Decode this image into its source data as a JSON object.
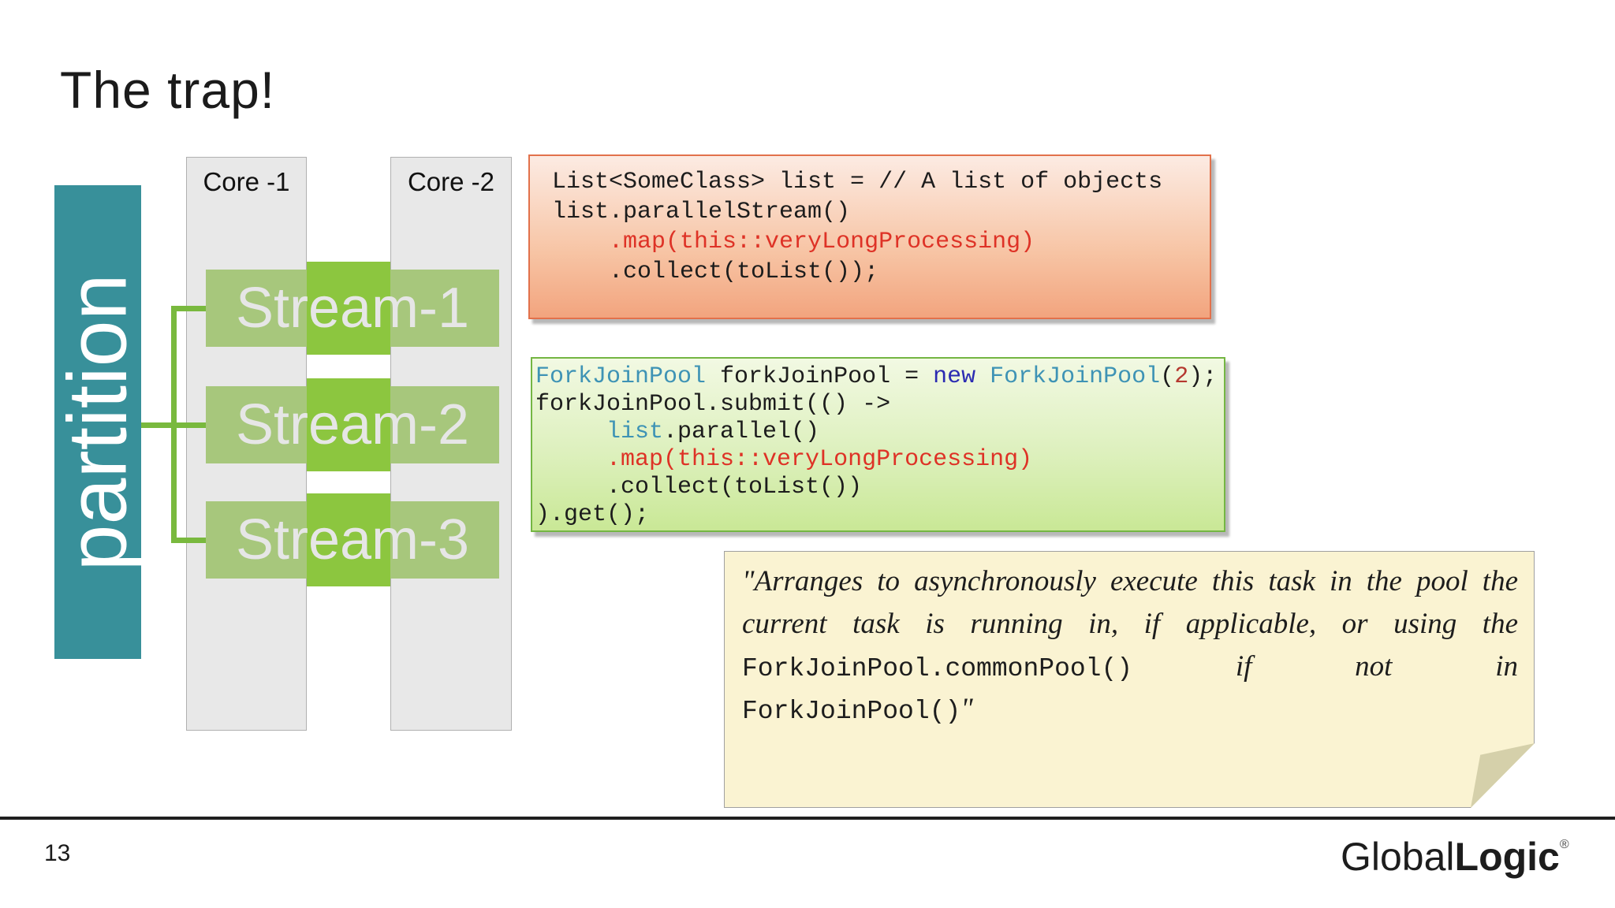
{
  "slide": {
    "title": "The trap!",
    "page_number": "13"
  },
  "diagram": {
    "partition_label": "partition",
    "cores": [
      "Core -1",
      "Core -2"
    ],
    "streams": [
      "Stream-1",
      "Stream-2",
      "Stream-3"
    ]
  },
  "code_boxes": {
    "parallel_stream": {
      "lines": [
        [
          {
            "t": "List<SomeClass> list = // A list of objects",
            "c": "plain"
          }
        ],
        [
          {
            "t": "list.parallelStream()",
            "c": "plain"
          }
        ],
        [
          {
            "t": "    ",
            "c": "plain"
          },
          {
            "t": ".map(this::veryLongProcessing)",
            "c": "red"
          }
        ],
        [
          {
            "t": "    .collect(toList());",
            "c": "plain"
          }
        ]
      ]
    },
    "fork_join": {
      "lines": [
        [
          {
            "t": "ForkJoinPool",
            "c": "type"
          },
          {
            "t": " forkJoinPool = ",
            "c": "plain"
          },
          {
            "t": "new",
            "c": "new"
          },
          {
            "t": " ",
            "c": "plain"
          },
          {
            "t": "ForkJoinPool",
            "c": "type"
          },
          {
            "t": "(",
            "c": "plain"
          },
          {
            "t": "2",
            "c": "num"
          },
          {
            "t": ");",
            "c": "plain"
          }
        ],
        [
          {
            "t": "forkJoinPool.submit(() ->",
            "c": "plain"
          }
        ],
        [
          {
            "t": "     ",
            "c": "plain"
          },
          {
            "t": "list",
            "c": "type"
          },
          {
            "t": ".parallel()",
            "c": "plain"
          }
        ],
        [
          {
            "t": "     ",
            "c": "plain"
          },
          {
            "t": ".map(this::veryLongProcessing)",
            "c": "red"
          }
        ],
        [
          {
            "t": "     .collect(toList())",
            "c": "plain"
          }
        ],
        [
          {
            "t": ").get();",
            "c": "plain"
          }
        ]
      ]
    }
  },
  "note": {
    "lines": [
      [
        {
          "t": "\"Arranges to asynchronously execute this task in the pool the",
          "c": "serif"
        }
      ],
      [
        {
          "t": "current task is running in, if applicable, or using the",
          "c": "serif"
        }
      ],
      [
        {
          "t": "ForkJoinPool.commonPool()",
          "c": "mono"
        },
        {
          "t": " if not in",
          "c": "serif"
        }
      ],
      [
        {
          "t": "ForkJoinPool()",
          "c": "mono"
        },
        {
          "t": "\"",
          "c": "serif"
        }
      ]
    ]
  },
  "footer": {
    "brand_regular": "Global",
    "brand_bold": "Logic",
    "registered_mark": "®"
  },
  "colors": {
    "partition_teal": "#38909a",
    "stream_bright_green": "#8cc63f",
    "stream_muted_green": "#a7c77c",
    "bracket_green": "#79b93e",
    "core_column_gray": "#e8e8e8",
    "red_box_border": "#e2714b",
    "red_box_bg_top": "#fcebe3",
    "red_box_bg_bottom": "#f2a47e",
    "green_box_border": "#74b643",
    "green_box_bg_top": "#f2f9e3",
    "green_box_bg_bottom": "#c9e896",
    "note_bg": "#faf3d2",
    "note_fold": "#d5d0aa",
    "code_red": "#de3226",
    "code_type_teal": "#3e93b5",
    "code_new_navy": "#2b2bb2",
    "code_number_red": "#b5382f"
  }
}
